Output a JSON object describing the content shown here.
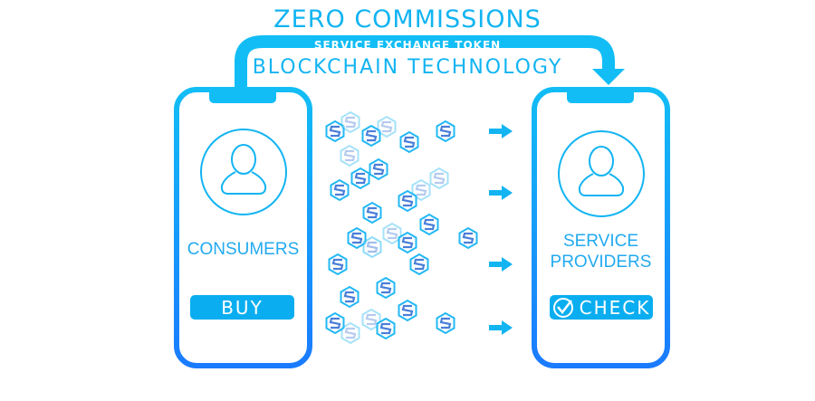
{
  "header": {
    "title": "ZERO COMMISSIONS",
    "band_label": "SERVICE EXCHANGE TOKEN",
    "subtitle": "BLOCKCHAIN TECHNOLOGY"
  },
  "left_phone": {
    "label": "CONSUMERS",
    "button": "BUY",
    "icon": "user-icon"
  },
  "right_phone": {
    "label_line1": "SERVICE",
    "label_line2": "PROVIDERS",
    "button": "CHECK",
    "button_icon": "check-circle-icon",
    "icon": "user-icon"
  },
  "colors": {
    "primary": "#12b4f2",
    "phone_bottom": "#1a7bff",
    "token": "#4a7fd8"
  }
}
